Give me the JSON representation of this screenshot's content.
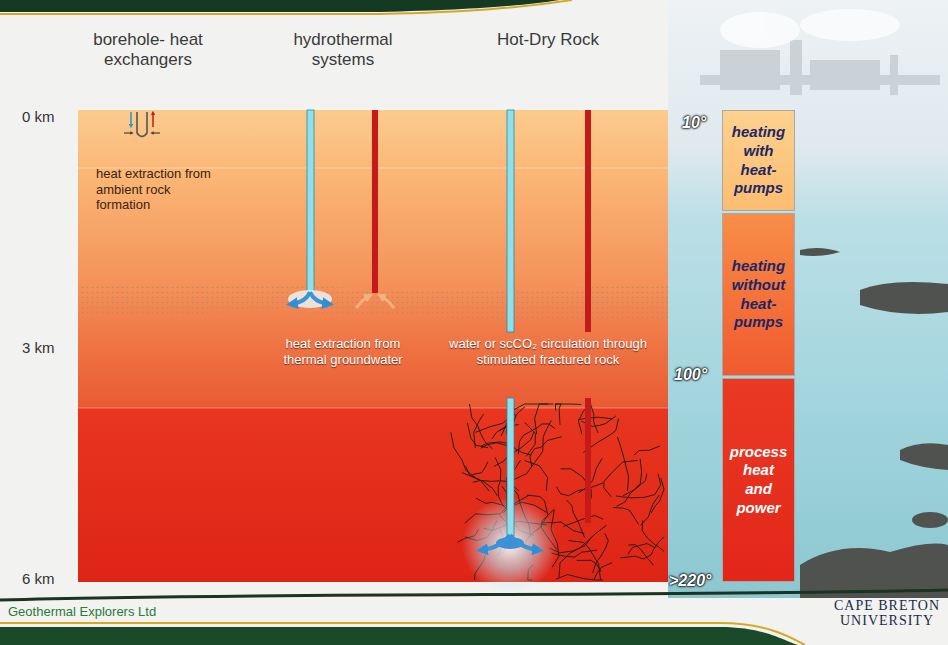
{
  "diagram": {
    "nodes": [
      {
        "text": [
          "heating with heat-pumps"
        ]
      },
      {
        "text": [
          "heating without heat-pumps"
        ]
      },
      {
        "text": [
          "process heat and power"
        ]
      }
    ],
    "labels": [
      "borehole- heat exchangers",
      "hydrothermal systems",
      "Hot-Dry Rock",
      "0 km",
      "3 km",
      "6 km",
      "heat extraction from ambient rock formation",
      "heat extraction from thermal groundwater",
      "water or scCO₂ circulation through stimulated fractured rock",
      "10°",
      "100°",
      ">220°",
      "Geothermal Explorers Ltd",
      "CAPE BRETON UNIVERSITY"
    ]
  }
}
